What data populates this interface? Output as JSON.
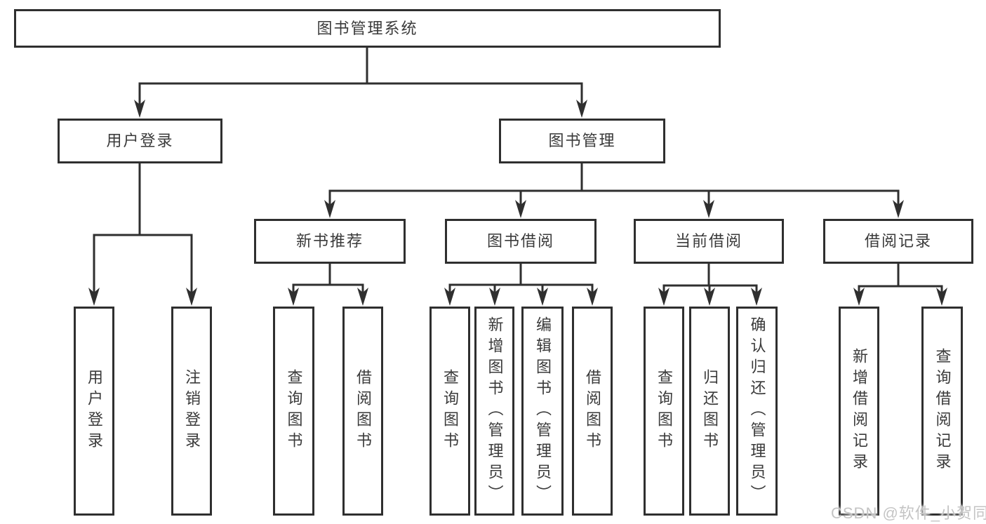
{
  "diagram": {
    "root": {
      "label": "图书管理系统"
    },
    "branches": [
      {
        "label": "用户登录",
        "children": [
          {
            "label": "用户登录"
          },
          {
            "label": "注销登录"
          }
        ]
      },
      {
        "label": "图书管理",
        "modules": [
          {
            "label": "新书推荐",
            "children": [
              {
                "label": "查询图书"
              },
              {
                "label": "借阅图书"
              }
            ]
          },
          {
            "label": "图书借阅",
            "children": [
              {
                "label": "查询图书"
              },
              {
                "label": "新增图书（管理员）"
              },
              {
                "label": "编辑图书（管理员）"
              },
              {
                "label": "借阅图书"
              }
            ]
          },
          {
            "label": "当前借阅",
            "children": [
              {
                "label": "查询图书"
              },
              {
                "label": "归还图书"
              },
              {
                "label": "确认归还（管理员）"
              }
            ]
          },
          {
            "label": "借阅记录",
            "children": [
              {
                "label": "新增借阅记录"
              },
              {
                "label": "查询借阅记录"
              }
            ]
          }
        ]
      }
    ]
  },
  "watermark": {
    "text": "CSDN @软件_小贺同学"
  },
  "colors": {
    "line": "#2f2f2f",
    "text": "#3a3a3a",
    "watermark": "#c4c4c4",
    "background": "#ffffff"
  }
}
